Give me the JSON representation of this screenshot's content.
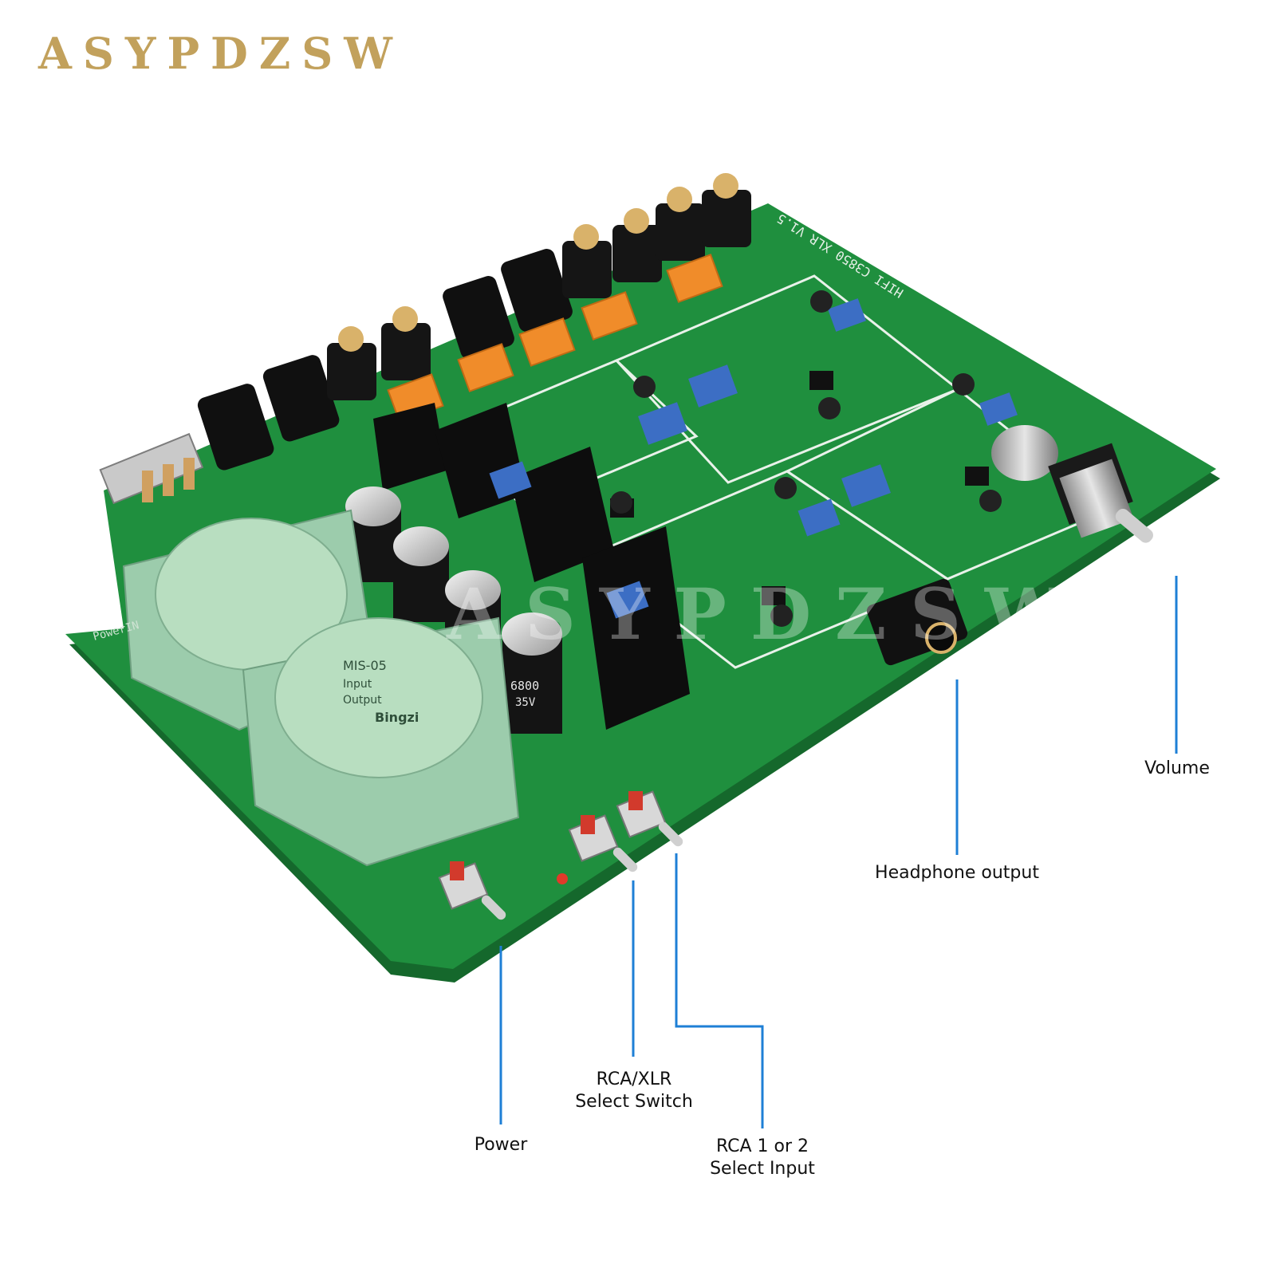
{
  "brand": {
    "name": "ASYPDZSW",
    "color": "#c2a15c"
  },
  "watermark": "ASYPDZSW",
  "board": {
    "silkscreen_title": "HIFI C3850 XLR V1.5",
    "power_in_label": "PowerIN",
    "pcb_color": "#1f8f3e",
    "capacitor_value": "6800",
    "capacitor_voltage": "35V",
    "transformer_model": "MIS-05",
    "transformer_input": "Input",
    "transformer_output": "Output",
    "transformer_brand": "Bingzi"
  },
  "callouts": {
    "line_color": "#1e7fd6",
    "volume": "Volume",
    "headphone": "Headphone output",
    "rca_xlr_line1": "RCA/XLR",
    "rca_xlr_line2": "Select Switch",
    "power": "Power",
    "rca12_line1": "RCA 1 or 2",
    "rca12_line2": "Select Input"
  }
}
